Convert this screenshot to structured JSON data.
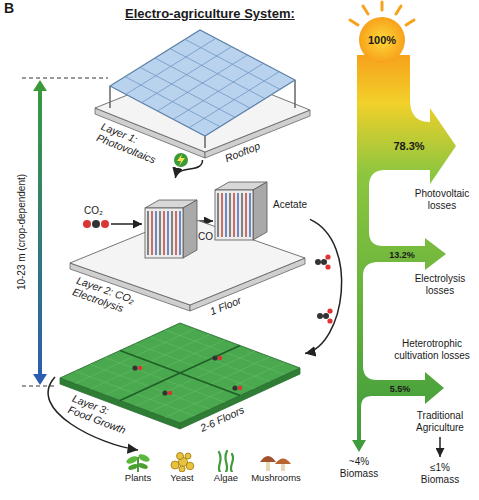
{
  "diagram": {
    "title": "Electro-agriculture System:",
    "nodes": [
      {
        "text": [
          "Layer 1: Photovoltaics",
          "Rooftop"
        ]
      },
      {
        "text": [
          "Layer 2: CO₂ Electrolysis",
          "1 Floor"
        ]
      },
      {
        "text": [
          "Layer 3: Food Growth",
          "2-6 Floors"
        ]
      },
      {
        "text": [
          "Plants"
        ]
      },
      {
        "text": [
          "Yeast"
        ]
      },
      {
        "text": [
          "Algae"
        ]
      },
      {
        "text": [
          "Mushrooms"
        ]
      }
    ],
    "edges": [
      {
        "from": 0,
        "to": 1,
        "arrow": "to"
      },
      {
        "from": 1,
        "to": 2,
        "label": "Acetate",
        "arrow": "to"
      },
      {
        "from": 2,
        "to": 3,
        "arrow": "to"
      }
    ],
    "labels": [
      "B",
      "CO₂",
      "CO",
      "10-23 m (crop-dependent)",
      "100%",
      "78.3%",
      "Photovoltaic losses",
      "13.2%",
      "Electrolysis losses",
      "5.5%",
      "Heterotrophic cultivation losses",
      "~4% Biomass",
      "Traditional Agriculture",
      "≤1% Biomass"
    ]
  }
}
